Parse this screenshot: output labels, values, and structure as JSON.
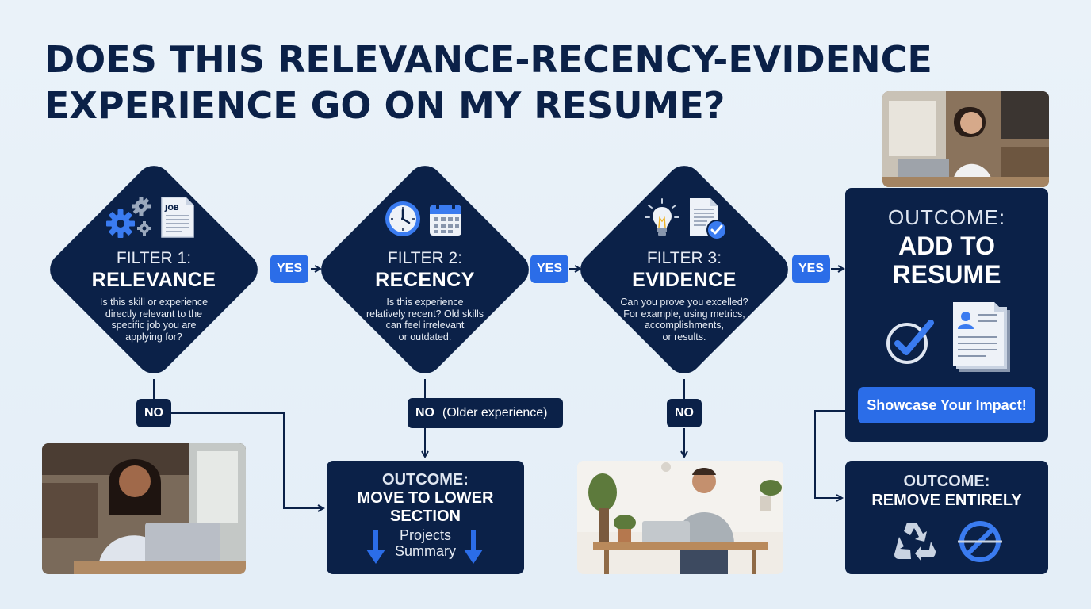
{
  "title": {
    "line1": "DOES THIS RELEVANCE-RECENCY-EVIDENCE",
    "line2": "EXPERIENCE GO ON MY RESUME?"
  },
  "filters": [
    {
      "number": "FILTER 1:",
      "name": "RELEVANCE",
      "description": [
        "Is this skill or experience",
        "directly relevant to the",
        "specific job you are",
        "applying for?"
      ],
      "icon_label": "JOB"
    },
    {
      "number": "FILTER 2:",
      "name": "RECENCY",
      "description": [
        "Is this experience",
        "relatively recent? Old skills",
        "can feel irrelevant",
        "or outdated."
      ]
    },
    {
      "number": "FILTER 3:",
      "name": "EVIDENCE",
      "description": [
        "Can you prove you excelled?",
        "For example, using metrics,",
        "accomplishments,",
        "or results."
      ]
    }
  ],
  "yes_label": "YES",
  "no_label": "NO",
  "no2_note": "(Older experience)",
  "outcome_add": {
    "label": "OUTCOME:",
    "title_line1": "ADD TO",
    "title_line2": "RESUME",
    "button": "Showcase Your Impact!"
  },
  "outcome_lower": {
    "label": "OUTCOME:",
    "title_line1": "MOVE TO LOWER",
    "title_line2": "SECTION",
    "item1": "Projects",
    "item2": "Summary"
  },
  "outcome_remove": {
    "label": "OUTCOME:",
    "title": "REMOVE ENTIRELY"
  },
  "colors": {
    "navy": "#0b2148",
    "accent_blue": "#2b6de8",
    "background": "#e8f0f8"
  }
}
